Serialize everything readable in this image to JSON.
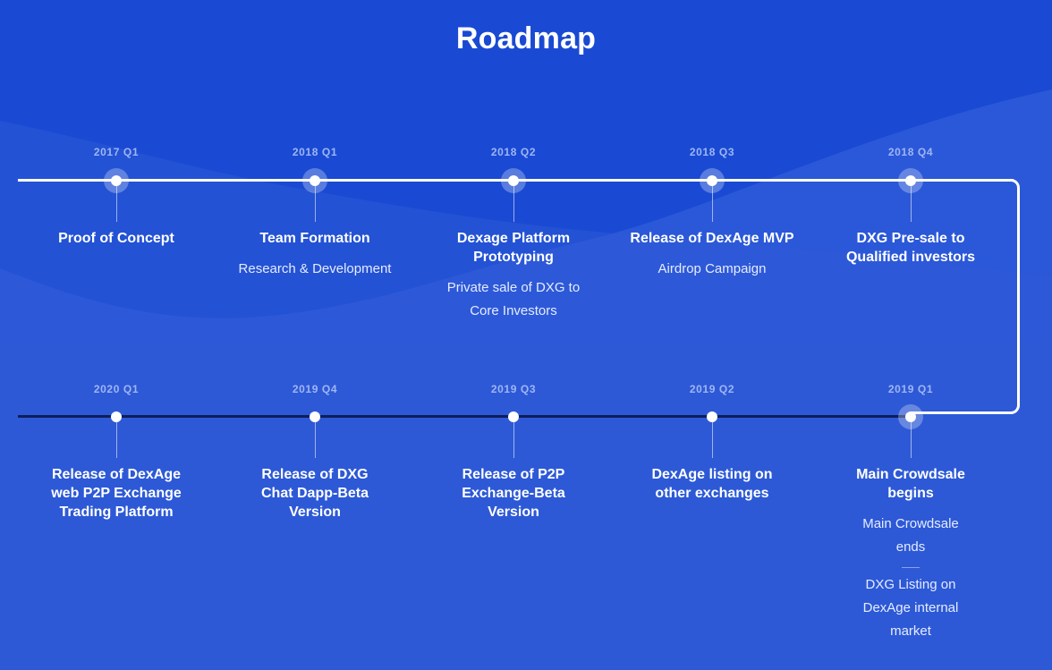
{
  "title": "Roadmap",
  "colors": {
    "background": "#1a4ad3",
    "timeline_top": "#ffffff",
    "timeline_bottom": "#0e1e5a",
    "date_text": "#9fb6f4"
  },
  "top_row": [
    {
      "date": "2017 Q1",
      "title": "Proof of Concept",
      "desc": ""
    },
    {
      "date": "2018 Q1",
      "title": "Team Formation",
      "desc": "Research & Development"
    },
    {
      "date": "2018 Q2",
      "title": "Dexage Platform Prototyping",
      "desc": "Private sale of DXG to Core Investors"
    },
    {
      "date": "2018 Q3",
      "title": "Release of DexAge MVP",
      "desc": "Airdrop Campaign"
    },
    {
      "date": "2018 Q4",
      "title": "DXG Pre-sale to Qualified investors",
      "desc": ""
    }
  ],
  "bottom_row": [
    {
      "date": "2020 Q1",
      "title": "Release of DexAge web P2P Exchange Trading Platform",
      "desc": ""
    },
    {
      "date": "2019 Q4",
      "title": "Release of DXG Chat Dapp-Beta Version",
      "desc": ""
    },
    {
      "date": "2019 Q3",
      "title": "Release of P2P Exchange-Beta Version",
      "desc": ""
    },
    {
      "date": "2019 Q2",
      "title": "DexAge listing on other exchanges",
      "desc": ""
    },
    {
      "date": "2019 Q1",
      "title": "Main Crowdsale begins",
      "desc": "Main Crowdsale ends",
      "desc2": "DXG Listing on DexAge internal market"
    }
  ]
}
